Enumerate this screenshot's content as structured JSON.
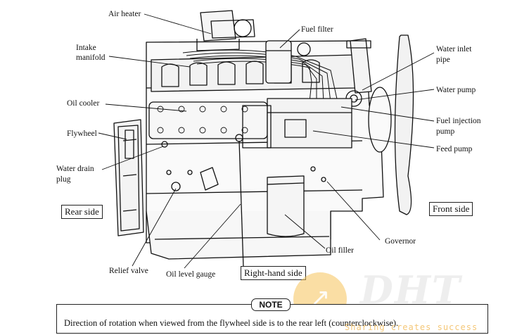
{
  "callouts": {
    "air_heater": "Air heater",
    "fuel_filter": "Fuel filter",
    "water_inlet_pipe_1": "Water inlet",
    "water_inlet_pipe_2": "pipe",
    "intake_manifold_1": "Intake",
    "intake_manifold_2": "manifold",
    "water_pump": "Water pump",
    "oil_cooler": "Oil cooler",
    "fuel_injection_pump_1": "Fuel injection",
    "fuel_injection_pump_2": "pump",
    "flywheel": "Flywheel",
    "feed_pump": "Feed pump",
    "water_drain_plug_1": "Water drain",
    "water_drain_plug_2": "plug",
    "governor": "Governor",
    "oil_filler": "Oil filler",
    "relief_valve": "Relief valve",
    "oil_level_gauge": "Oil level gauge"
  },
  "sides": {
    "rear": "Rear side",
    "front": "Front side",
    "right_hand": "Right-hand side"
  },
  "note": {
    "tag": "NOTE",
    "text": "Direction of rotation when viewed from the flywheel side is to the rear left (counterclockwise)."
  },
  "watermark": {
    "logo": "DHT",
    "tagline": "Sharing creates success",
    "icon": "arrow-up-right-icon",
    "circle_color": "#f6c35a"
  }
}
